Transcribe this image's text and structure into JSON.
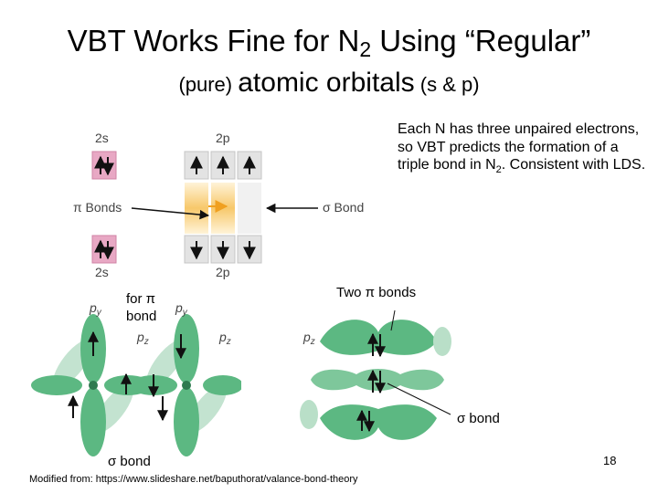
{
  "title": {
    "line1_main": "VBT Works Fine for N",
    "line1_sub": "2",
    "line1_end": " Using “Regular”",
    "line2_pre": "(pure) ",
    "line2_main": "atomic orbitals",
    "line2_post": " (s & p)"
  },
  "note": {
    "part1": "Each N has three unpaired electrons, so VBT predicts the formation of a triple bond in N",
    "sub": "2",
    "part2": ". Consistent with LDS."
  },
  "diagram1": {
    "label_2s_top": "2s",
    "label_2p_top": "2p",
    "label_2s_bottom": "2s",
    "label_2p_bottom": "2p",
    "pi_bonds": "π Bonds",
    "sigma_bond": "σ Bond"
  },
  "labels": {
    "for_pi": "for π",
    "bond": "bond",
    "two_pi_bonds": "Two π bonds",
    "sigma_bond_right": "σ bond",
    "sigma_bond_left": "σ bond",
    "py_left": "p",
    "py_left_sub": "y",
    "py_mid": "p",
    "py_mid_sub": "y",
    "pz_left": "p",
    "pz_left_sub": "z",
    "pz_mid": "p",
    "pz_mid_sub": "z",
    "pz_right": "p",
    "pz_right_sub": "z"
  },
  "footer": "Modified from: https://www.slideshare.net/baputhorat/valance-bond-theory",
  "page_number": "18",
  "colors": {
    "orbital_green": "#5cb882",
    "orbital_green_light": "#b9dfc8",
    "box_pink": "#e8a8c4",
    "box_gray": "#e3e3e3",
    "box_orange": "#f7c86a",
    "arrow_orange": "#f0a020"
  }
}
